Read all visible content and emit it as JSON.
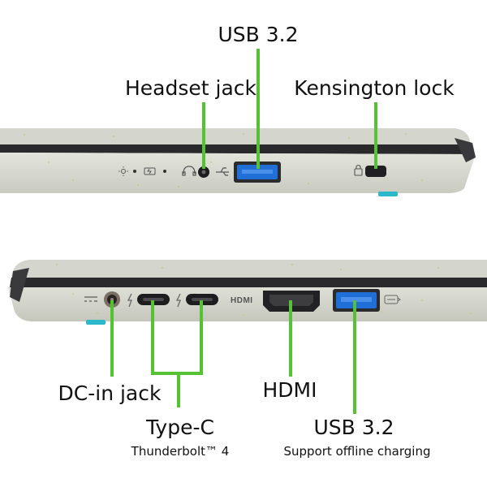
{
  "labels": {
    "top_usb": "USB 3.2",
    "headset": "Headset jack",
    "kensington": "Kensington lock",
    "dc_in": "DC-in jack",
    "hdmi": "HDMI",
    "type_c": "Type-C",
    "type_c_sub": "Thunderbolt™ 4",
    "bottom_usb": "USB 3.2",
    "bottom_usb_sub": "Support offline charging"
  },
  "port_markings": {
    "hdmi": "HDMI"
  },
  "icons": [
    "brightness-icon",
    "battery-charging-icon",
    "headset-icon",
    "usb-icon",
    "lock-icon",
    "dc-icon",
    "thunderbolt-icon",
    "usb-ss-icon"
  ],
  "colors": {
    "callout_line": "#55c234",
    "chassis": "#d7d8cf",
    "usb_port": "#1f6fd6",
    "accent_cyan": "#2bb9c9"
  }
}
